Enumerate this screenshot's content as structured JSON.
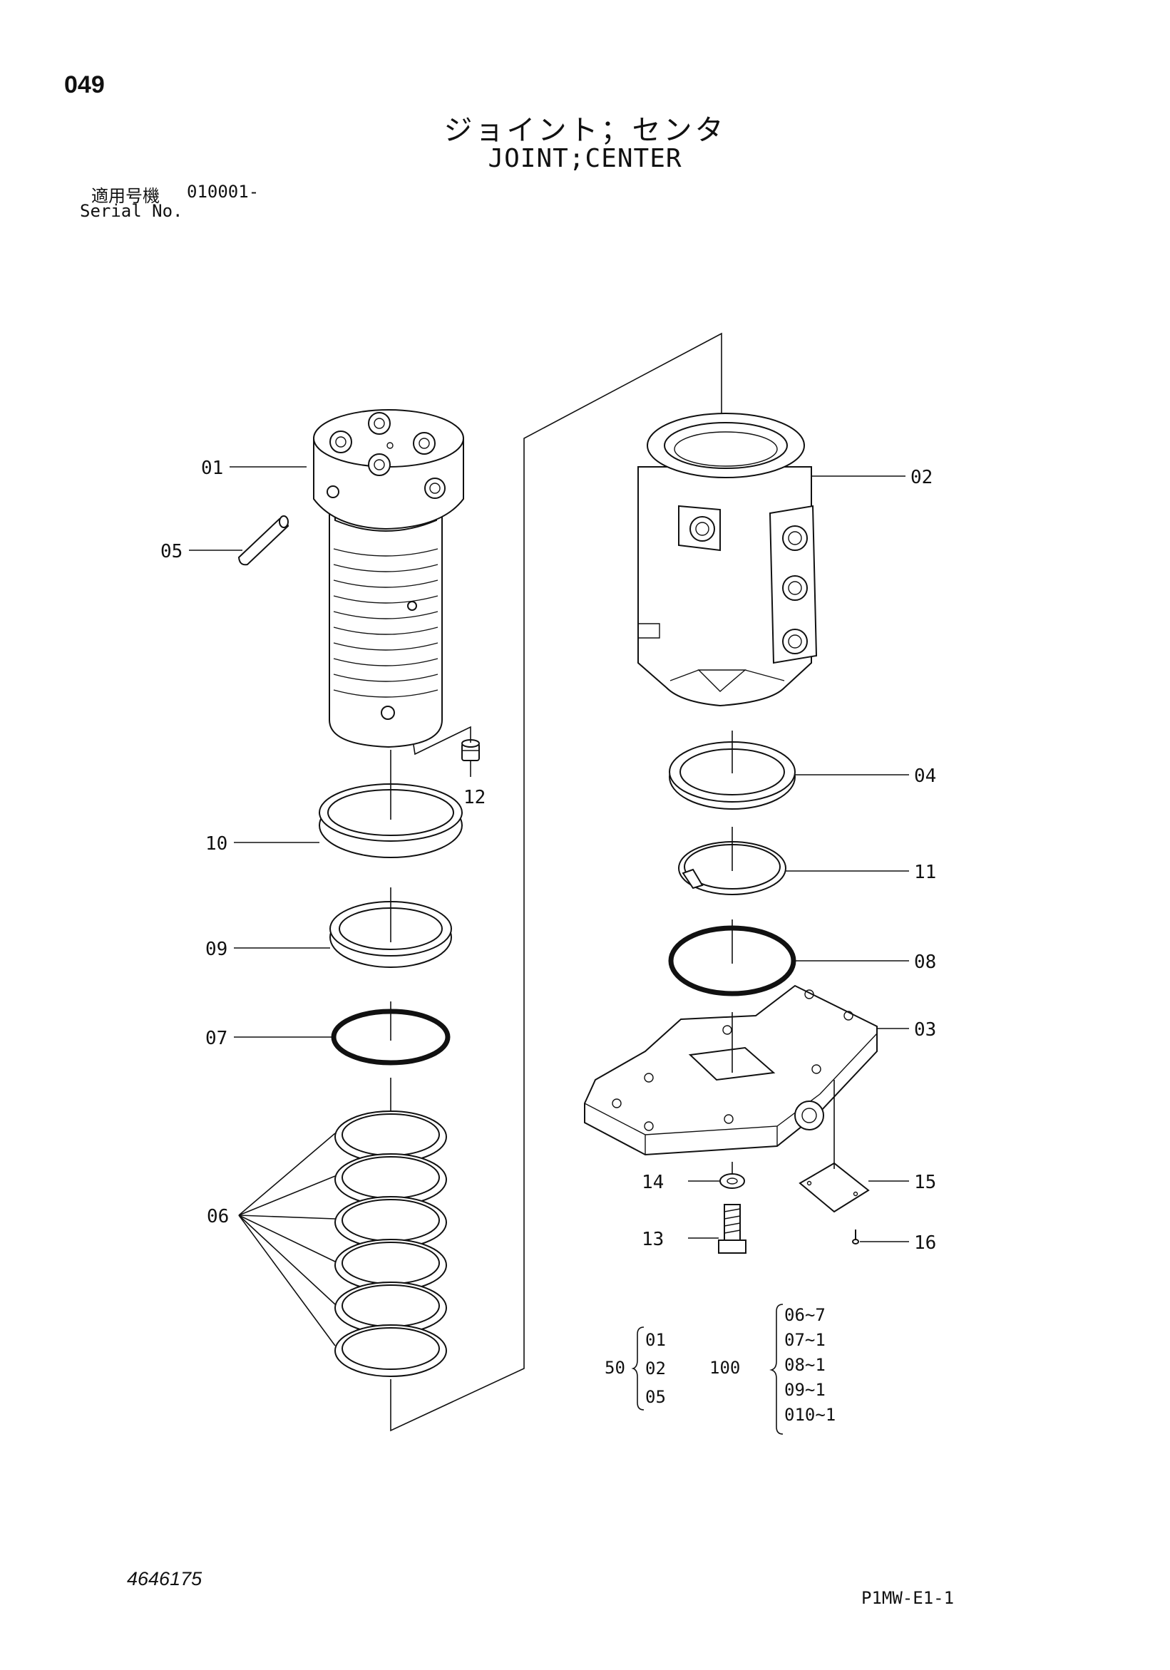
{
  "header": {
    "page_number": "049",
    "title_ja": "ジョイント；センタ",
    "title_en": "JOINT;CENTER",
    "serial_label_ja": "適用号機",
    "serial_label_en": "Serial No.",
    "serial_range": "010001-"
  },
  "callouts": {
    "p01": "01",
    "p02": "02",
    "p03": "03",
    "p04": "04",
    "p05": "05",
    "p06": "06",
    "p07": "07",
    "p08": "08",
    "p09": "09",
    "p10": "10",
    "p11": "11",
    "p12": "12",
    "p13": "13",
    "p14": "14",
    "p15": "15",
    "p16": "16"
  },
  "kits": {
    "kit50": {
      "number": "50",
      "parts": [
        "01",
        "02",
        "05"
      ]
    },
    "kit100": {
      "number": "100",
      "parts": [
        "06~7",
        "07~1",
        "08~1",
        "09~1",
        "010~1"
      ]
    }
  },
  "footer": {
    "doc_number": "4646175",
    "sheet_code": "P1MW-E1-1"
  }
}
